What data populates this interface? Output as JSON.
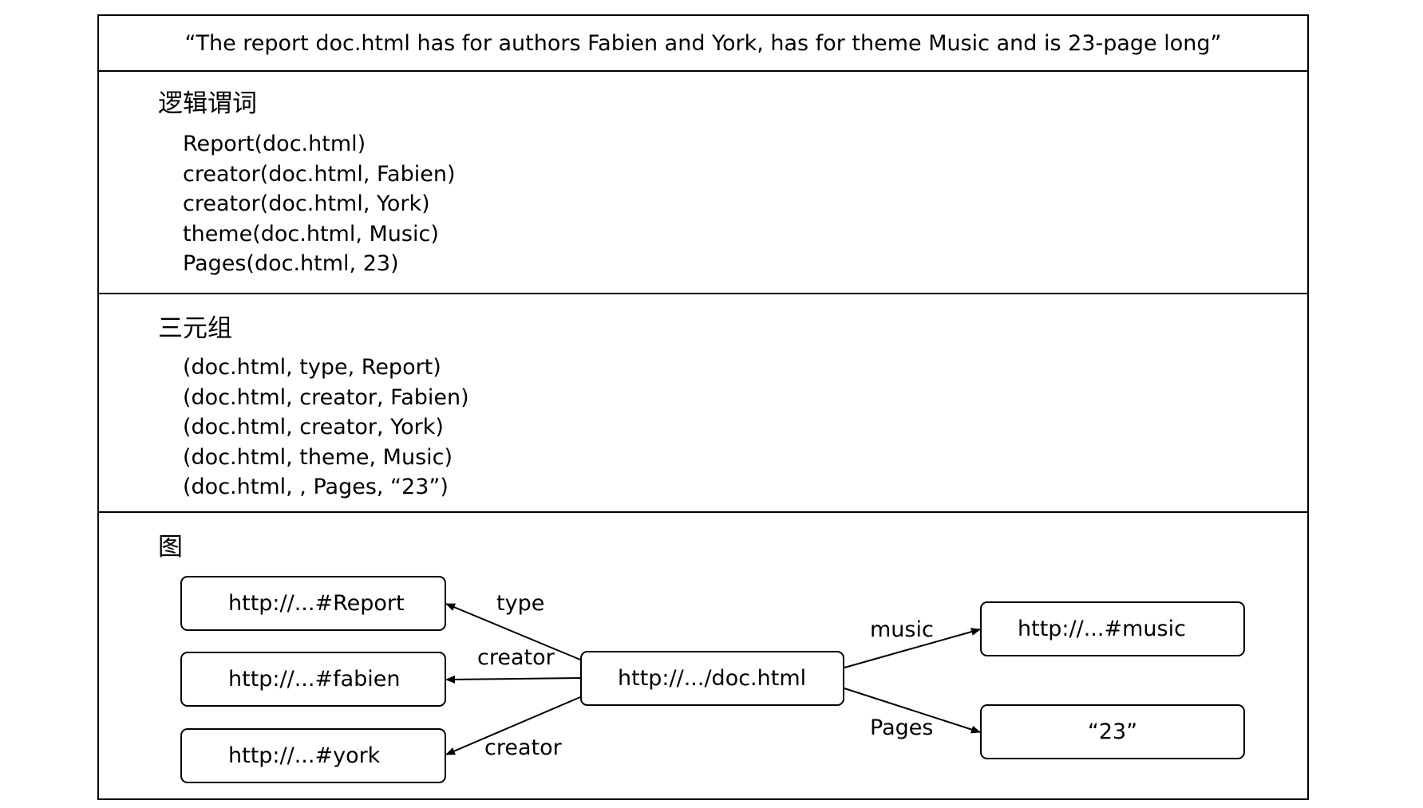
{
  "header": {
    "sentence": "“The report doc.html has for authors Fabien and York, has for theme Music and is 23-page long”"
  },
  "logic": {
    "heading": "逻辑谓词",
    "lines": [
      "Report(doc.html)",
      "creator(doc.html, Fabien)",
      "creator(doc.html, York)",
      "theme(doc.html, Music)",
      "Pages(doc.html, 23)"
    ]
  },
  "triples": {
    "heading": "三元组",
    "lines": [
      "(doc.html, type, Report)",
      "(doc.html, creator, Fabien)",
      "(doc.html, creator, York)",
      "(doc.html, theme, Music)",
      "(doc.html, , Pages, “23”)"
    ]
  },
  "graph": {
    "heading": "图",
    "nodes": {
      "report": "http://...#Report",
      "fabien": "http://...#fabien",
      "york": "http://...#york",
      "doc": "http://.../doc.html",
      "music": "http://...#music",
      "pages_value": "“23”"
    },
    "edges": {
      "type": "type",
      "creator_fabien": "creator",
      "creator_york": "creator",
      "music": "music",
      "pages": "Pages"
    }
  }
}
